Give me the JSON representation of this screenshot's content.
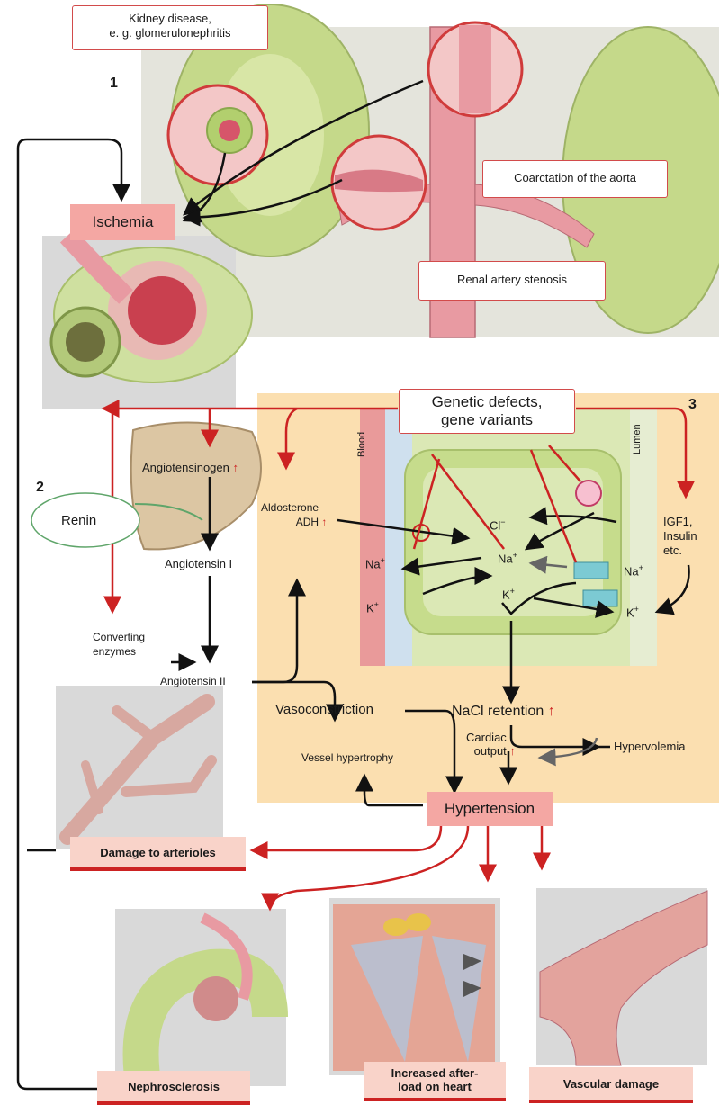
{
  "section_numbers": {
    "one": "1",
    "two": "2",
    "three": "3"
  },
  "callouts": {
    "kidney_disease": "Kidney disease,\ne. g. glomerulonephritis",
    "coarctation": "Coarctation of the aorta",
    "renal_stenosis": "Renal artery stenosis",
    "genetic": "Genetic defects,\ngene variants"
  },
  "boxes": {
    "ischemia": "Ischemia",
    "hypertension": "Hypertension",
    "damage_arterioles": "Damage to arterioles",
    "nephrosclerosis": "Nephrosclerosis",
    "afterload": "Increased after-\nload on heart",
    "vascular_damage": "Vascular damage"
  },
  "raas": {
    "renin": "Renin",
    "angiotensinogen": "Angiotensinogen",
    "angiotensin1": "Angiotensin I",
    "angiotensin2": "Angiotensin II",
    "converting": "Converting\nenzymes",
    "aldosterone": "Aldosterone\nADH"
  },
  "tubule": {
    "blood": "Blood",
    "lumen": "Lumen",
    "cl": "Cl",
    "na_center": "Na",
    "na_left": "Na",
    "na_right": "Na",
    "k_left": "K",
    "k_center": "K",
    "k_right": "K",
    "plus": "+",
    "minus": "−",
    "igf": "IGF1,\nInsulin\netc."
  },
  "flow": {
    "nacl": "NaCl retention",
    "vasoconstriction": "Vasoconstriction",
    "hypervolemia": "Hypervolemia",
    "cardiac_output": "Cardiac\noutput",
    "vessel_hypertrophy": "Vessel hypertrophy"
  },
  "up_arrow": "↑",
  "colors": {
    "arrow_red": "#cc2222",
    "panel_orange": "#fbdfb0",
    "pink_box": "#f4a7a3",
    "kidney_green": "#c5d98a"
  }
}
